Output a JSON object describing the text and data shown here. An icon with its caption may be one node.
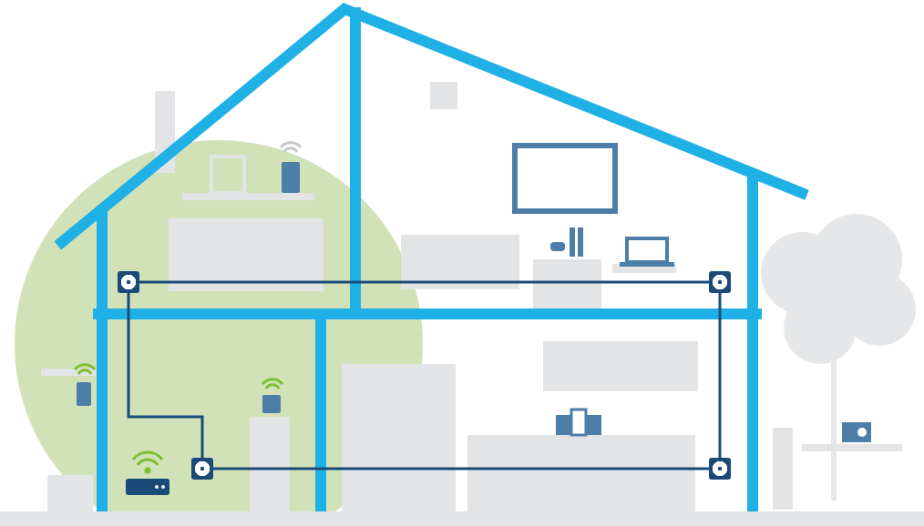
{
  "diagram": {
    "nodes": [
      {
        "text": [],
        "shape": "box"
      },
      {
        "text": [],
        "shape": "box"
      },
      {
        "text": [],
        "shape": "box"
      },
      {
        "text": [],
        "shape": "box"
      }
    ],
    "edges": [
      {
        "from": 0,
        "to": 1,
        "arrow": "none"
      },
      {
        "from": 0,
        "to": 2,
        "arrow": "none"
      },
      {
        "from": 2,
        "to": 3,
        "arrow": "none"
      },
      {
        "from": 1,
        "to": 3,
        "arrow": "none"
      }
    ]
  }
}
